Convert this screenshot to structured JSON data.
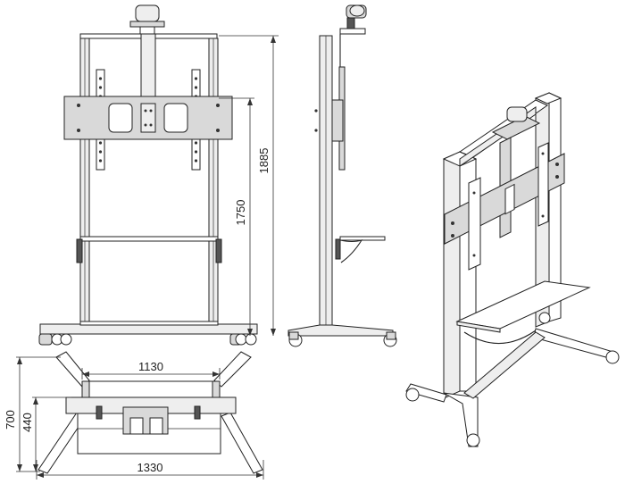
{
  "dimensions": {
    "front_width": "1130",
    "base_width": "1330",
    "depth_total": "700",
    "depth_inner": "440",
    "height_mount": "1750",
    "height_total": "1885"
  }
}
